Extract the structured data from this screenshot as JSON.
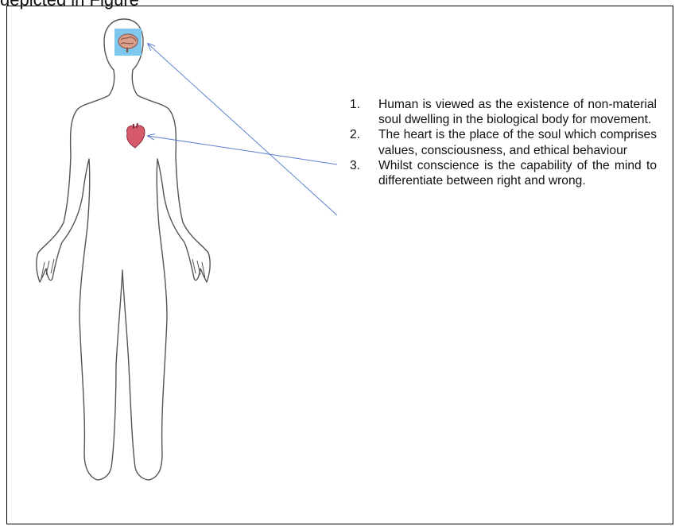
{
  "caption": "depicted in Figure",
  "icons": {
    "brain": "brain-icon",
    "heart": "heart-icon",
    "arrow_color": "#5b7fd1",
    "brain_tile_color": "#7ec8ee",
    "heart_color": "#d65a6c"
  },
  "notes": [
    {
      "number": "1.",
      "text": "Human is viewed as the existence of non-material soul dwelling in the biological body for movement."
    },
    {
      "number": "2.",
      "text": "The heart is the place of the soul which comprises values, consciousness, and ethical behaviour"
    },
    {
      "number": "3.",
      "text": "Whilst conscience is the capability of the mind to differentiate between right and wrong."
    }
  ]
}
